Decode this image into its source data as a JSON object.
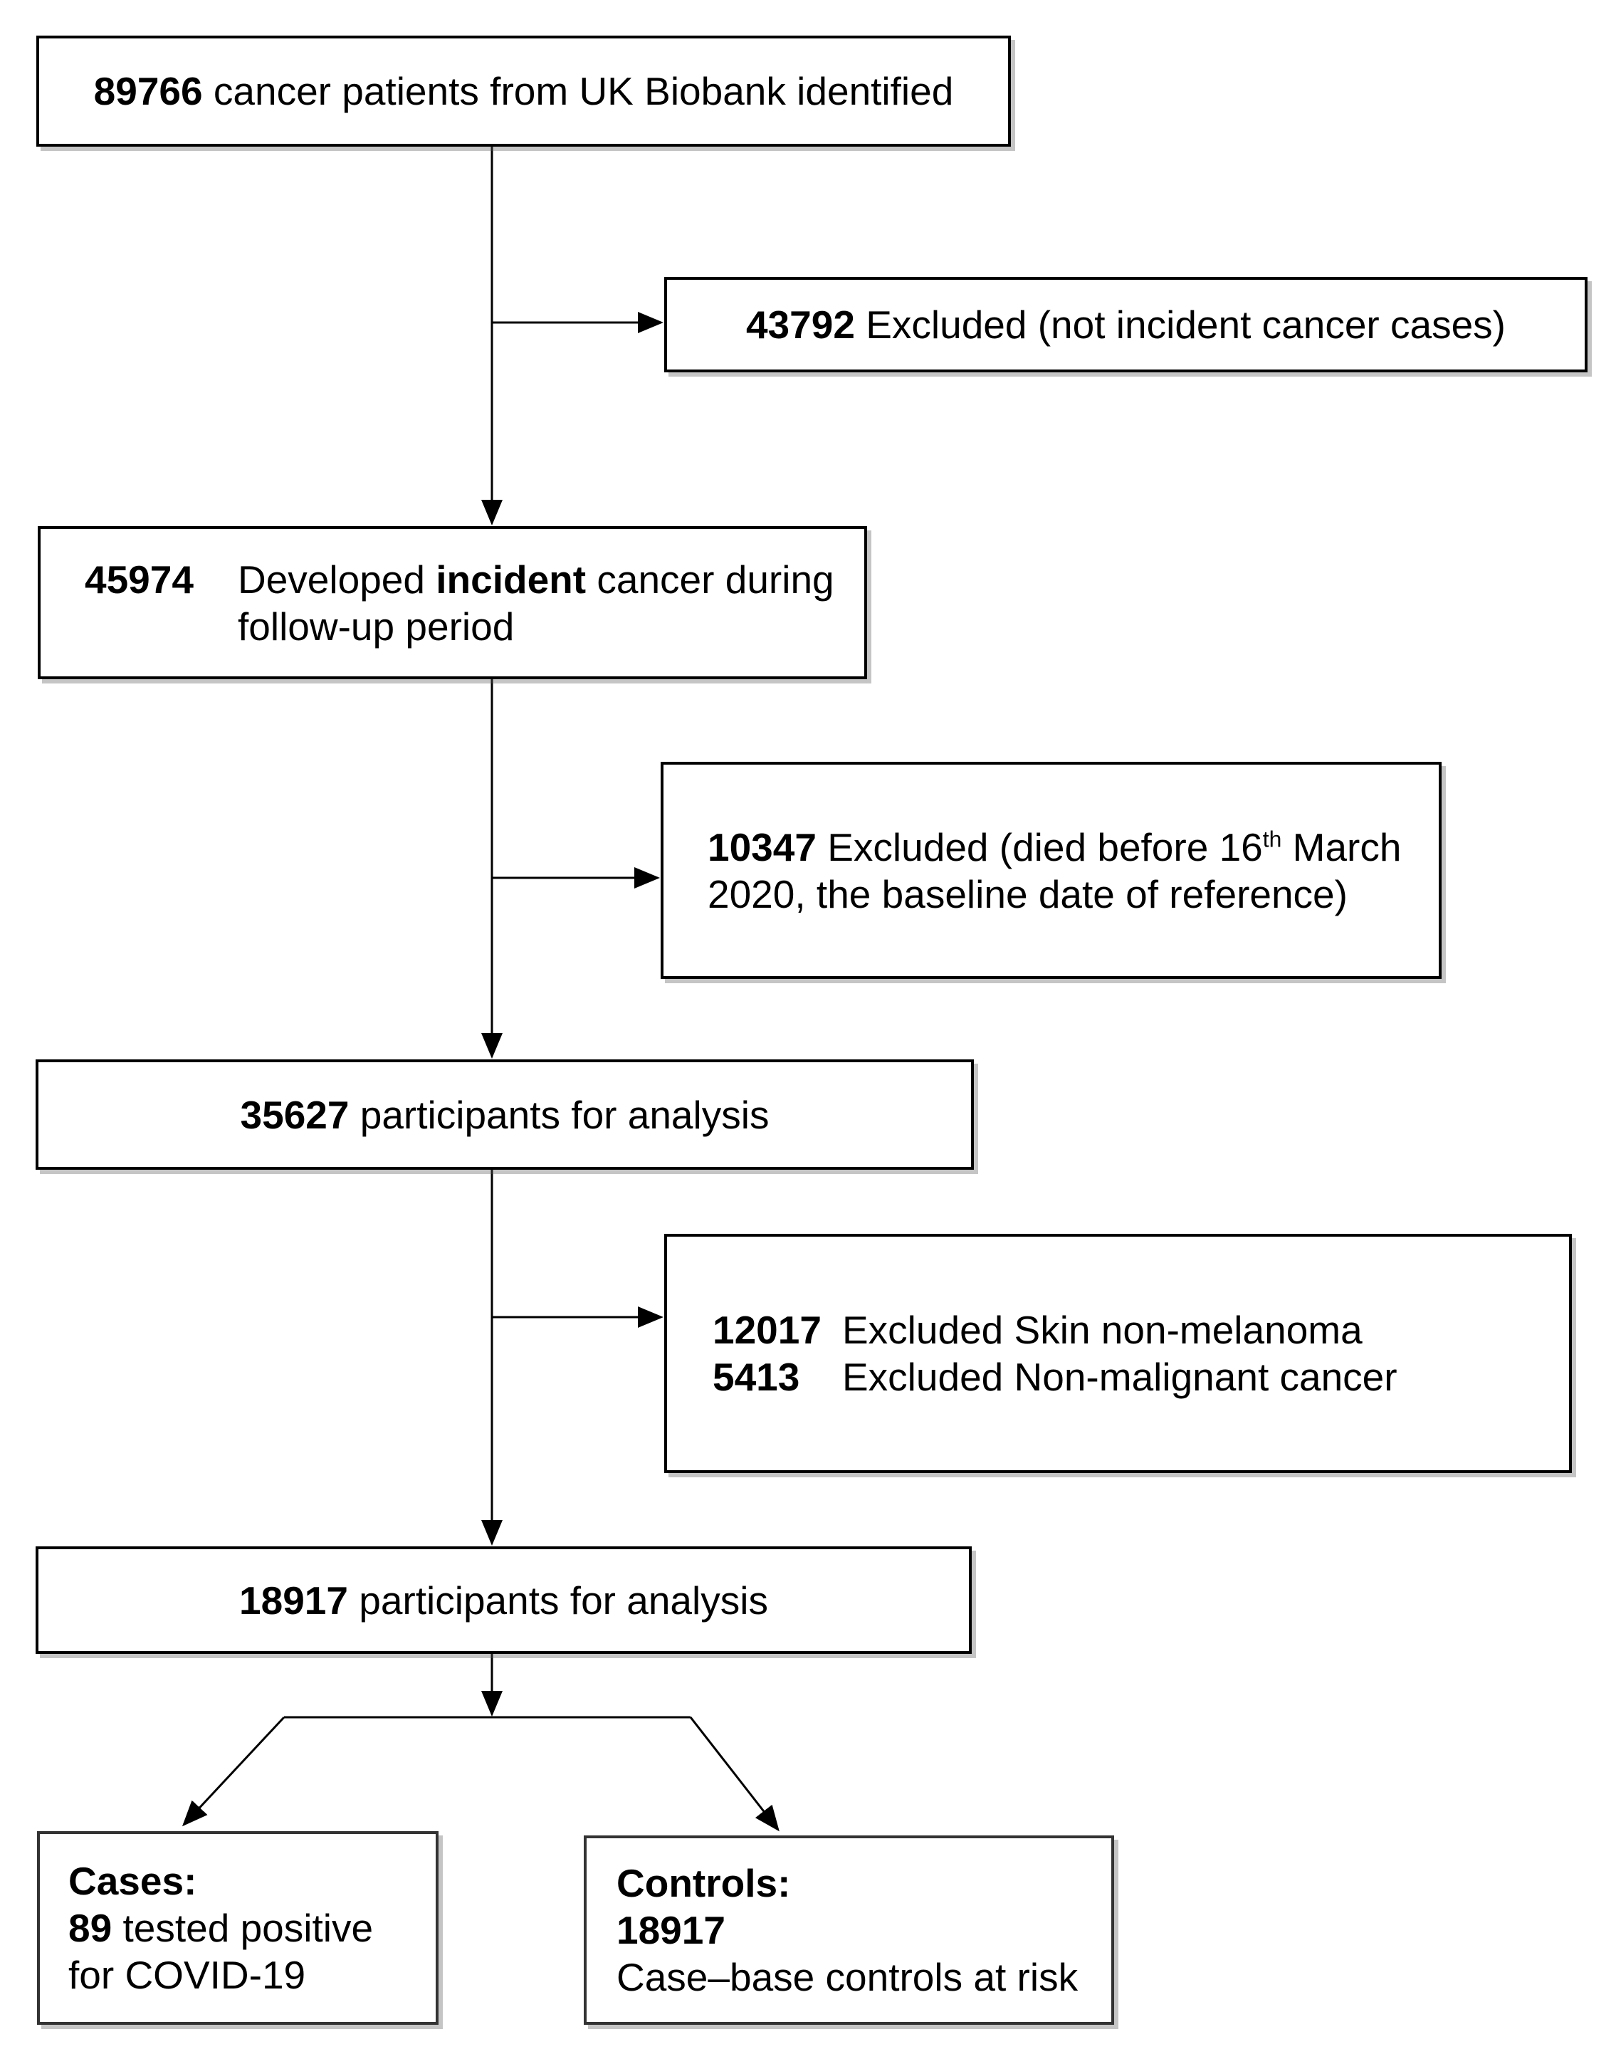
{
  "colors": {
    "background": "#ffffff",
    "line": "#000000",
    "box_border": "#000000",
    "text": "#000000"
  },
  "boxes": {
    "identified": {
      "number": "89766",
      "rest": " cancer patients from UK Biobank identified"
    },
    "excluded_not_incident": {
      "number": "43792",
      "rest": " Excluded (not incident cancer cases)"
    },
    "incident_cancer": {
      "number": "45974",
      "line1_pre": "Developed ",
      "line1_bold": "incident",
      "line1_post": " cancer during",
      "line2": "follow-up period"
    },
    "excluded_died": {
      "number": "10347",
      "line1_pre": " Excluded (died before 16",
      "superscript": "th",
      "line1_post": " March",
      "line2": "2020, the baseline date of reference)"
    },
    "participants_35627": {
      "number": "35627",
      "rest": " participants for analysis"
    },
    "excluded_skin_nonmalignant": {
      "rows": [
        {
          "number": "12017",
          "desc": "Excluded Skin non-melanoma"
        },
        {
          "number": "5413",
          "desc": "Excluded Non-malignant cancer"
        }
      ]
    },
    "participants_18917": {
      "number": "18917",
      "rest": " participants for analysis"
    },
    "cases": {
      "title": "Cases:",
      "number": "89",
      "line2_rest": " tested positive",
      "line3": "for COVID-19"
    },
    "controls": {
      "title": "Controls:",
      "number": "18917",
      "line3": "Case–base controls at risk"
    }
  }
}
